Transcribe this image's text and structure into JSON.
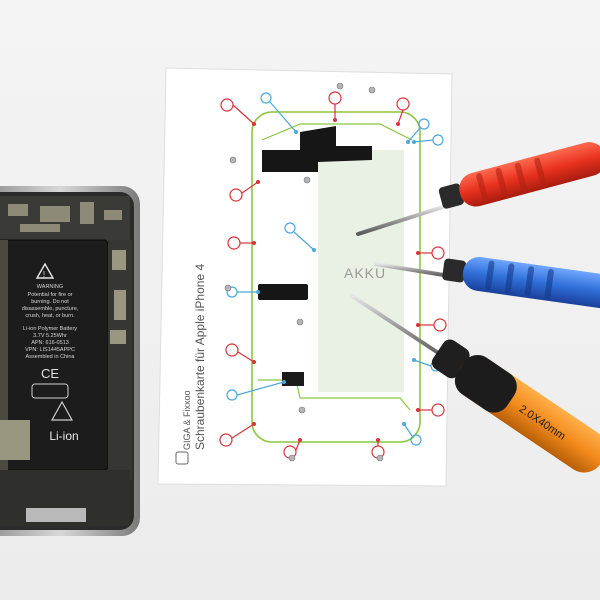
{
  "scene": {
    "background_color": "#f2f2f2",
    "screw_card": {
      "brand": "GIGA & Fixxoo",
      "title": "Schraubenkarte für Apple iPhone 4",
      "akku_label": "AKKU",
      "outline_color": "#8cc63f",
      "red_marker_color": "#d9323a",
      "blue_marker_color": "#4aa8dc"
    },
    "battery": {
      "warning_title": "WARNING",
      "warning_lines": [
        "Potential for fire or",
        "burning. Do not",
        "disassemble, puncture,",
        "crush, heat, or burn."
      ],
      "spec_lines": [
        "Li-ion Polymer Battery",
        "3.7V  5.25Whr",
        "APN: 616-0513",
        "VPN: LIS1445APPC",
        "Assembled in China"
      ],
      "ce_mark": "CE",
      "chemistry": "Li-ion"
    },
    "screwdrivers": {
      "tip_label": "2.0X40mm",
      "handle_colors": [
        "#e8321e",
        "#2f6fd8",
        "#f28a1c"
      ]
    }
  }
}
